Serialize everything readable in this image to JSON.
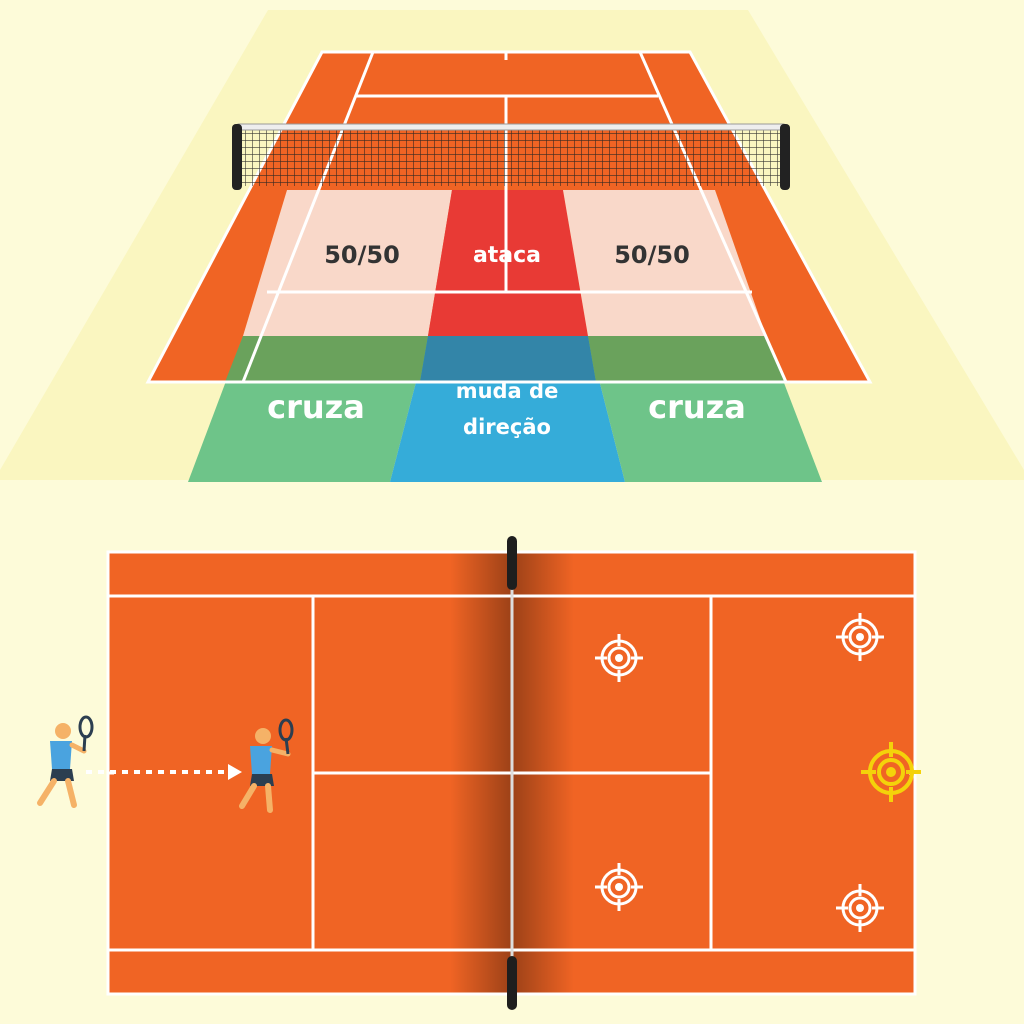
{
  "colors": {
    "background": "#fdfbd9",
    "perspective_panel": "#faf6c0",
    "court_clay": "#f06424",
    "court_line": "#ffffff",
    "zone_50_50": "#f9d8c9",
    "zone_ataca": "#e83a35",
    "zone_cruza": "#6ec489",
    "zone_cruza_band": "#6aa25c",
    "zone_muda": "#35acd9",
    "zone_muda_band": "#3385a8",
    "net_dark": "#222222",
    "target_white": "#ffffff",
    "target_highlight": "#f4d20a",
    "player_shirt": "#4aa3df",
    "player_shorts": "#2b3e50",
    "player_skin": "#f5b267",
    "racket": "#2c3e50"
  },
  "zones": {
    "left_5050": "50/50",
    "center_ataca": "ataca",
    "right_5050": "50/50",
    "left_cruza": "cruza",
    "center_muda_line1": "muda de",
    "center_muda_line2": "direção",
    "right_cruza": "cruza"
  },
  "icons": {
    "player": "tennis-player-icon",
    "target": "target-icon",
    "highlighted_target": "highlighted-target-icon",
    "arrow": "dotted-arrow"
  }
}
